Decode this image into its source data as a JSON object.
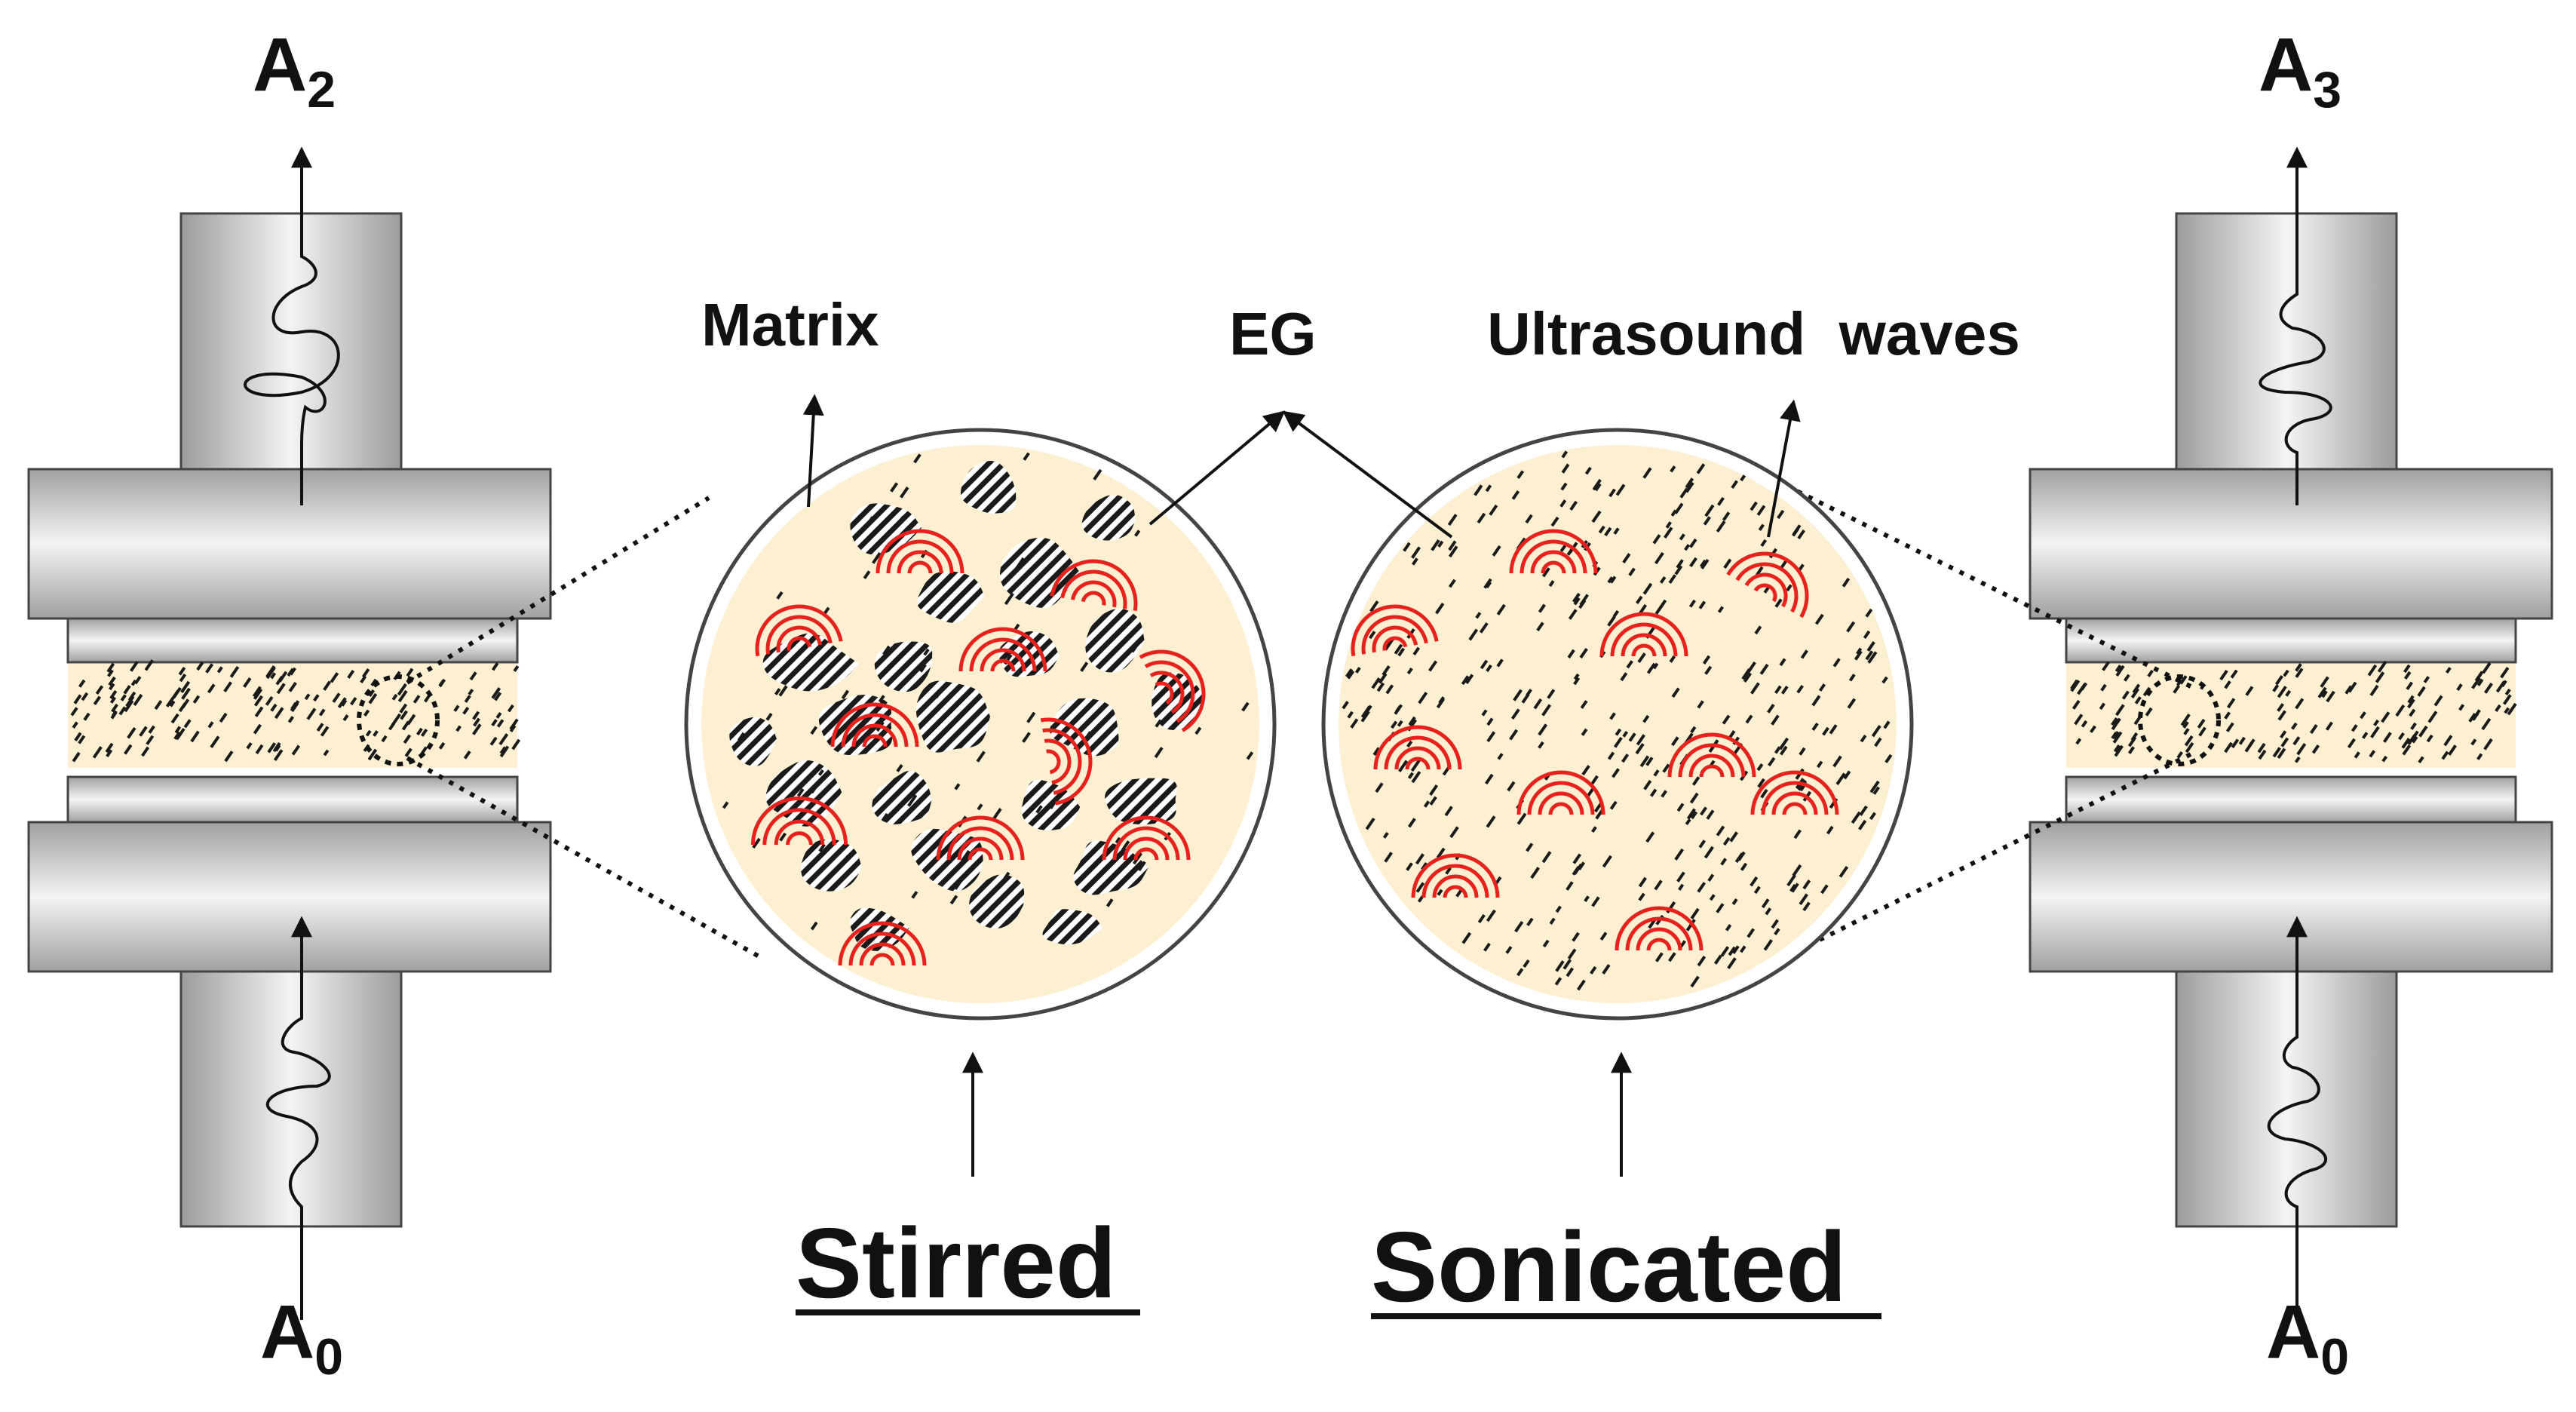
{
  "labels": {
    "top_left": {
      "base": "A",
      "sub": "2"
    },
    "top_right": {
      "base": "A",
      "sub": "3"
    },
    "bottom_left": {
      "base": "A",
      "sub": "0"
    },
    "bottom_right": {
      "base": "A",
      "sub": "0"
    },
    "matrix": "Matrix",
    "eg": "EG",
    "ultrasound": "Ultrasound  waves",
    "stirred": "Stirred",
    "sonicated": "Sonicated"
  },
  "colors": {
    "matrix_fill": "#fdf0d2",
    "wave": "#e8211c",
    "particle": "#1a1a1a",
    "clamp_light": "#f2f2f2",
    "clamp_dark": "#9a9a9a"
  }
}
